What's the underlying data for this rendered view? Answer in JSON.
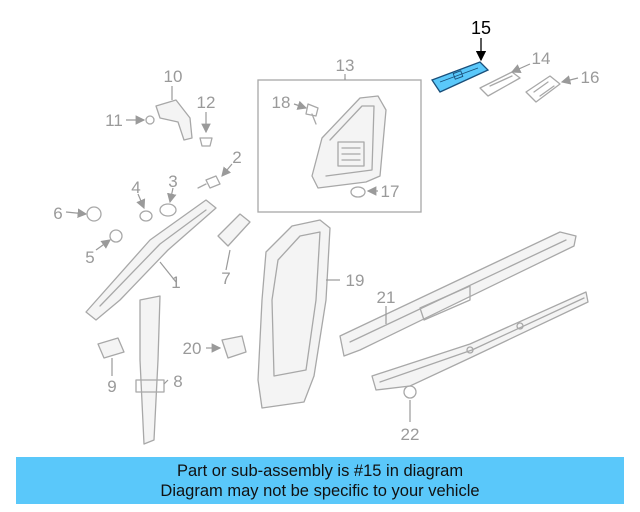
{
  "diagram": {
    "highlighted_part": "15",
    "callouts": [
      "1",
      "2",
      "3",
      "4",
      "5",
      "6",
      "7",
      "8",
      "9",
      "10",
      "11",
      "12",
      "13",
      "14",
      "15",
      "16",
      "17",
      "18",
      "19",
      "20",
      "21",
      "22"
    ]
  },
  "banner": {
    "line1": "Part or sub-assembly is #15 in diagram",
    "line2": "Diagram may not be specific to your vehicle",
    "color": "#5ac8fa"
  },
  "colors": {
    "highlight_fill": "#5ac8fa",
    "line_gray": "#a8a8a8"
  }
}
